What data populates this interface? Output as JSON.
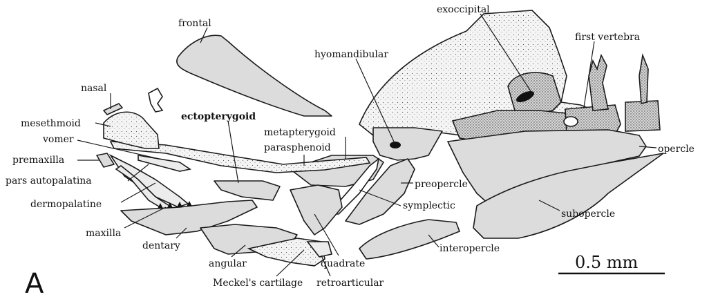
{
  "figure": {
    "panel_letter": "A",
    "scale_bar": {
      "label": "0.5 mm"
    },
    "labels": {
      "frontal": "frontal",
      "exoccipital": "exoccipital",
      "first_vertebra": "first vertebra",
      "hyomandibular": "hyomandibular",
      "nasal": "nasal",
      "mesethmoid": "mesethmoid",
      "ectopterygoid": "ectopterygoid",
      "vomer": "vomer",
      "metapterygoid": "metapterygoid",
      "parasphenoid": "parasphenoid",
      "opercle": "opercle",
      "premaxilla": "premaxilla",
      "pars_autopalatina": "pars autopalatina",
      "preopercle": "preopercle",
      "dermopalatine": "dermopalatine",
      "symplectic": "symplectic",
      "maxilla": "maxilla",
      "subopercle": "subopercle",
      "dentary": "dentary",
      "interopercle": "interopercle",
      "angular": "angular",
      "quadrate": "quadrate",
      "meckels_cartilage": "Meckel's cartilage",
      "retroarticular": "retroarticular"
    }
  }
}
